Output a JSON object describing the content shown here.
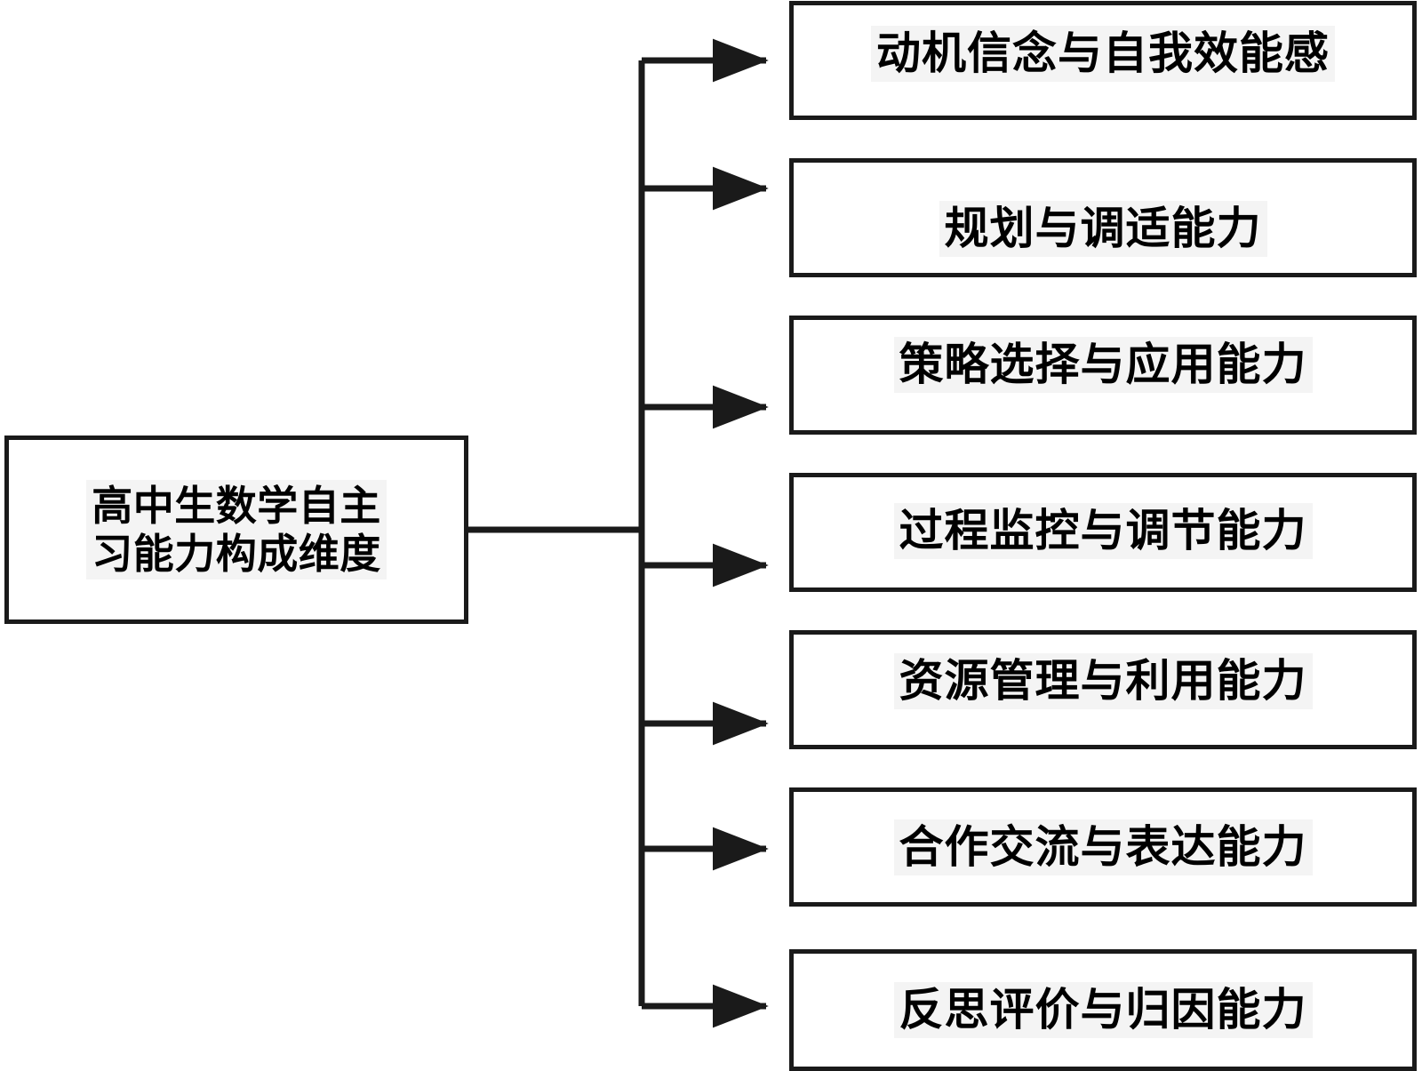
{
  "diagram": {
    "type": "tree-hierarchy",
    "orientation": "left-to-right",
    "root": {
      "label": "高中生数学自主\n习能力构成维度",
      "label_full": "高中生数学自主学习能力构成维度"
    },
    "branches": [
      {
        "label": "动机信念与自我效能感"
      },
      {
        "label": "规划与调适能力"
      },
      {
        "label": "策略选择与应用能力"
      },
      {
        "label": "过程监控与调节能力"
      },
      {
        "label": "资源管理与利用能力"
      },
      {
        "label": "合作交流与表达能力"
      },
      {
        "label": "反思评价与归因能力"
      }
    ],
    "colors": {
      "background": "#ffffff",
      "border": "#1a1a1a",
      "text": "#000000",
      "text_highlight": "#f4f4f4",
      "connector": "#1a1a1a"
    }
  }
}
